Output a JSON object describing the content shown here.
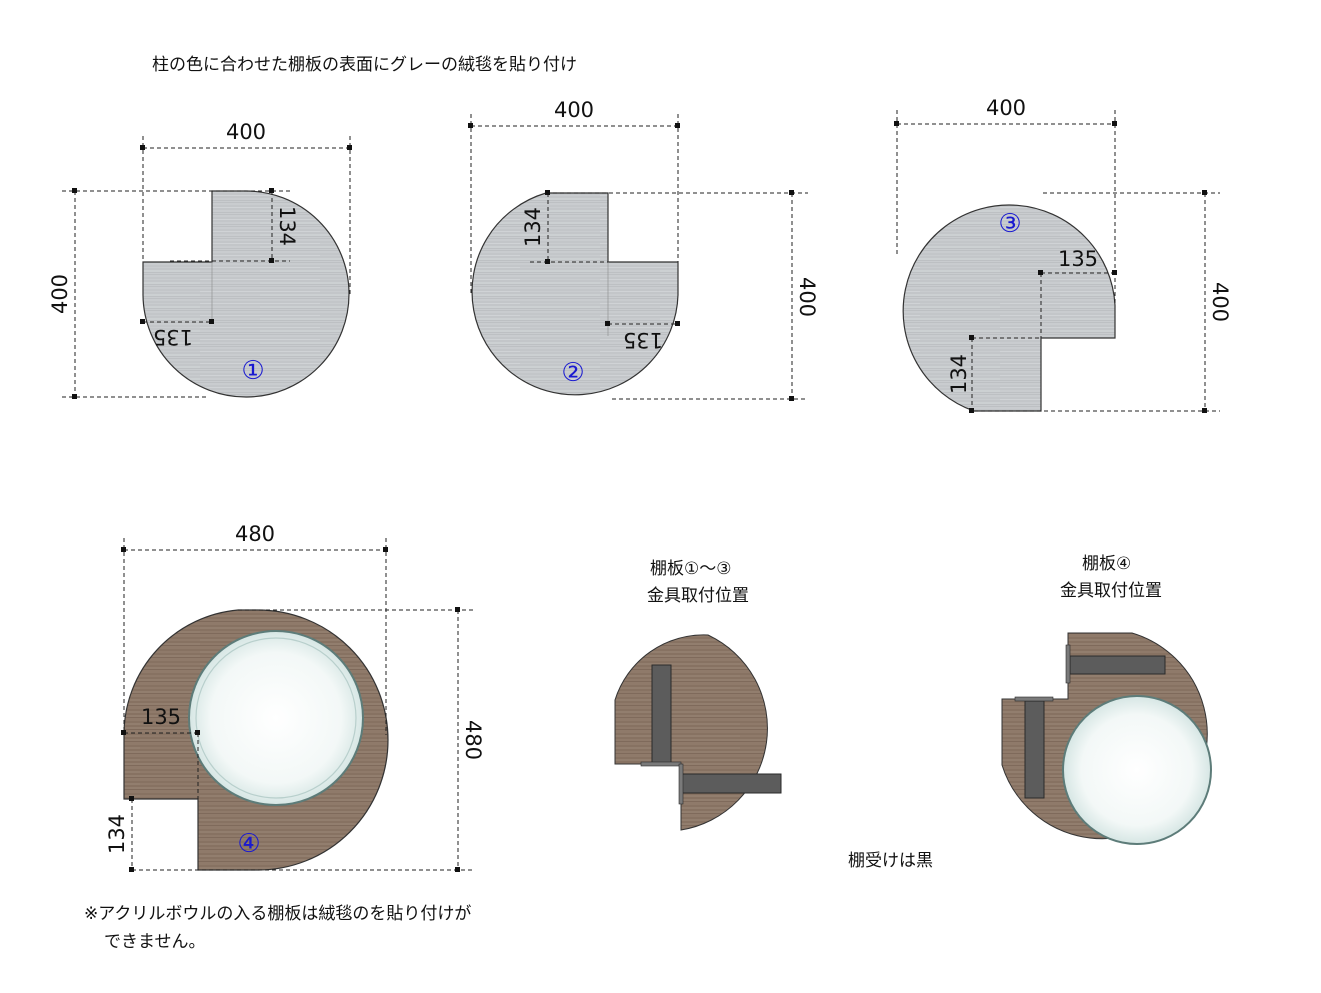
{
  "header": {
    "note": "柱の色に合わせた棚板の表面にグレーの絨毯を貼り付け"
  },
  "shelves": [
    {
      "id": "shelf-1",
      "marker": "①",
      "width": "400",
      "height": "400",
      "depth_a": "134",
      "depth_b": "135"
    },
    {
      "id": "shelf-2",
      "marker": "②",
      "width": "400",
      "height": "400",
      "depth_a": "134",
      "depth_b": "135"
    },
    {
      "id": "shelf-3",
      "marker": "③",
      "width": "400",
      "height": "400",
      "depth_a": "135",
      "depth_b": "134"
    },
    {
      "id": "shelf-4",
      "marker": "④",
      "width": "480",
      "height": "480",
      "depth_a": "135",
      "depth_b": "134"
    }
  ],
  "bracket_123": {
    "title_line1": "棚板①～③",
    "title_line2": "金具取付位置"
  },
  "bracket_4": {
    "title_line1": "棚板④",
    "title_line2": "金具取付位置"
  },
  "bracket_note": "棚受けは黒",
  "footer": {
    "note_line1": "※アクリルボウルの入る棚板は絨毯のを貼り付けが",
    "note_line2": "できません。"
  },
  "colors": {
    "gray_wood": "#c8cbce",
    "brown_wood": "#8d7868",
    "bracket": "#5c5c5c",
    "marker": "#1a1ad0",
    "outline": "#222222"
  }
}
